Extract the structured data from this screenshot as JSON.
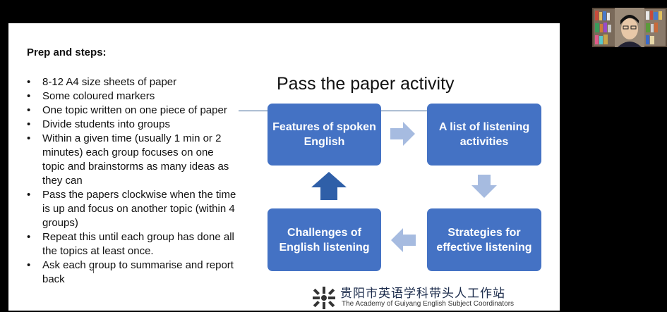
{
  "slide": {
    "prep_heading": "Prep and steps:",
    "steps": [
      "8-12 A4 size sheets of paper",
      "Some coloured markers",
      "One topic written on one piece of paper",
      "Divide students into groups",
      "Within a given time (usually 1 min or 2 minutes) each group focuses on one topic and brainstorms as many ideas as they can",
      "Pass the papers clockwise when the time is up and focus on another topic (within 4 groups)",
      "Repeat this until each group has done all the topics at least once.",
      "Ask each group to summarise and report back"
    ],
    "activity_title": "Pass the paper activity",
    "boxes": [
      "Features of spoken English",
      "A list of listening activities",
      "Strategies for effective listening",
      "Challenges of English listening"
    ],
    "brand_cn": "贵阳市英语学科带头人工作站",
    "brand_en": "The Academy of Guiyang English Subject Coordinators"
  },
  "colors": {
    "box": "#4472c4",
    "arrow": "#a6bbe0",
    "up_arrow": "#2f5fa8"
  },
  "icons": [
    "arrow-right-icon",
    "arrow-down-icon",
    "arrow-left-icon",
    "arrow-up-icon",
    "academy-logo-icon",
    "text-cursor-icon"
  ]
}
